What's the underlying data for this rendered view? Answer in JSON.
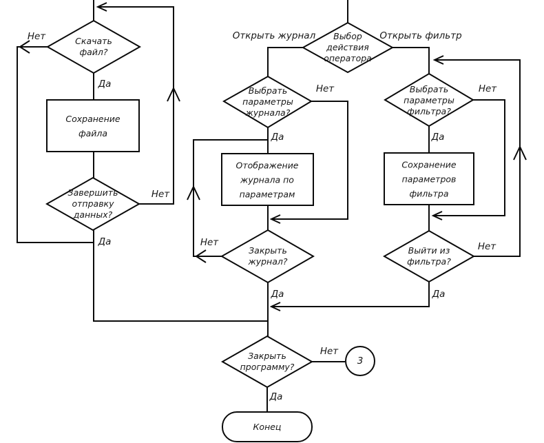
{
  "diagram_title": "operator-actions-flowchart",
  "colors": {
    "stroke": "#0a0a0a",
    "background": "#ffffff",
    "text": "#171717"
  },
  "labels": {
    "yes": "Да",
    "no": "Нет"
  },
  "branch_labels": {
    "open_journal": "Открыть журнал",
    "open_filter": "Открыть фильтр"
  },
  "connector": {
    "value": "3"
  },
  "nodes": {
    "download_file": {
      "type": "decision",
      "lines": [
        "Скачать",
        "файл?"
      ]
    },
    "save_file": {
      "type": "process",
      "lines": [
        "Сохранение",
        "файла"
      ]
    },
    "finish_sending": {
      "type": "decision",
      "lines": [
        "Завершить",
        "отправку",
        "данных?"
      ]
    },
    "operator_action": {
      "type": "decision",
      "lines": [
        "Выбор",
        "действия",
        "оператора"
      ]
    },
    "journal_params": {
      "type": "decision",
      "lines": [
        "Выбрать",
        "параметры",
        "журнала?"
      ]
    },
    "journal_display": {
      "type": "process",
      "lines": [
        "Отображение",
        "журнала по",
        "параметрам"
      ]
    },
    "close_journal": {
      "type": "decision",
      "lines": [
        "Закрыть",
        "журнал?"
      ]
    },
    "filter_params": {
      "type": "decision",
      "lines": [
        "Выбрать",
        "параметры",
        "фильтра?"
      ]
    },
    "save_filter_params": {
      "type": "process",
      "lines": [
        "Сохранение",
        "параметров",
        "фильтра"
      ]
    },
    "exit_filter": {
      "type": "decision",
      "lines": [
        "Выйти из",
        "фильтра?"
      ]
    },
    "close_program": {
      "type": "decision",
      "lines": [
        "Закрыть",
        "программу?"
      ]
    },
    "end": {
      "type": "terminator",
      "lines": [
        "Конец"
      ]
    }
  }
}
